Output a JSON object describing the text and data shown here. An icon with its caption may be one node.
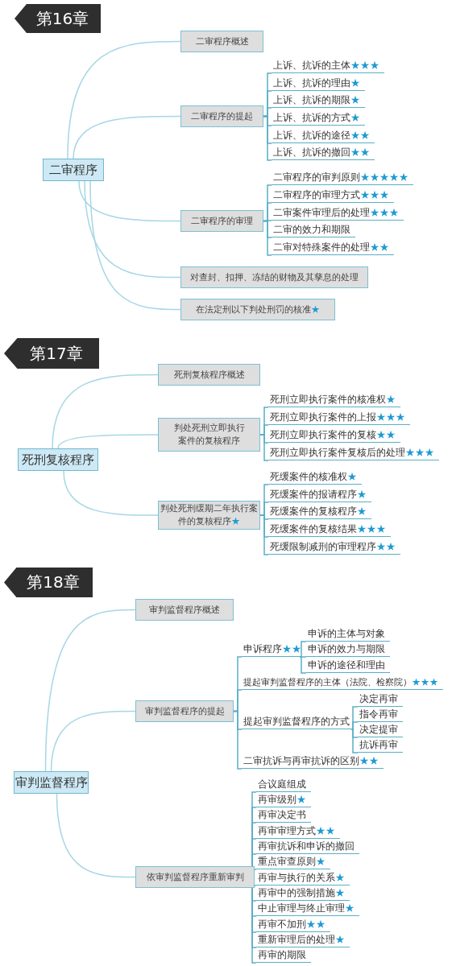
{
  "diagram": {
    "nodes": [
      {
        "text": [
          "第16章"
        ]
      },
      {
        "text": [
          "二审程序"
        ]
      },
      {
        "text": [
          "二审程序概述"
        ]
      },
      {
        "text": [
          "二审程序的提起"
        ]
      },
      {
        "text": [
          "上诉、抗诉的主体★★★"
        ]
      },
      {
        "text": [
          "上诉、抗诉的理由★"
        ]
      },
      {
        "text": [
          "上诉、抗诉的期限★"
        ]
      },
      {
        "text": [
          "上诉、抗诉的方式★"
        ]
      },
      {
        "text": [
          "上诉、抗诉的途径★★"
        ]
      },
      {
        "text": [
          "上诉、抗诉的撤回★★"
        ]
      },
      {
        "text": [
          "二审程序的审理"
        ]
      },
      {
        "text": [
          "二审程序的审判原则★★★★★"
        ]
      },
      {
        "text": [
          "二审程序的审理方式★★★"
        ]
      },
      {
        "text": [
          "二审案件审理后的处理★★★"
        ]
      },
      {
        "text": [
          "二审的效力和期限"
        ]
      },
      {
        "text": [
          "二审对特殊案件的处理★★"
        ]
      },
      {
        "text": [
          "对查封、扣押、冻结的财物及其孳息的处理"
        ]
      },
      {
        "text": [
          "在法定刑以下判处刑罚的核准★"
        ]
      },
      {
        "text": [
          "第17章"
        ]
      },
      {
        "text": [
          "死刑复核程序"
        ]
      },
      {
        "text": [
          "死刑复核程序概述"
        ]
      },
      {
        "text": [
          "判处死刑立即执行案件的复核程序"
        ]
      },
      {
        "text": [
          "死刑立即执行案件的核准权★"
        ]
      },
      {
        "text": [
          "死刑立即执行案件的上报★★★"
        ]
      },
      {
        "text": [
          "死刑立即执行案件的复核★★"
        ]
      },
      {
        "text": [
          "死刑立即执行案件复核后的处理★★★"
        ]
      },
      {
        "text": [
          "判处死刑缓期二年执行案件的复核程序★"
        ]
      },
      {
        "text": [
          "死缓案件的核准权★"
        ]
      },
      {
        "text": [
          "死缓案件的报请程序★"
        ]
      },
      {
        "text": [
          "死缓案件的复核程序★"
        ]
      },
      {
        "text": [
          "死缓案件的复核结果★★★"
        ]
      },
      {
        "text": [
          "死缓限制减刑的审理程序★★"
        ]
      },
      {
        "text": [
          "第18章"
        ]
      },
      {
        "text": [
          "审判监督程序概述"
        ]
      },
      {
        "text": [
          "审判监督程序的提起"
        ]
      },
      {
        "text": [
          "申诉程序★★"
        ]
      },
      {
        "text": [
          "申诉的主体与对象"
        ]
      },
      {
        "text": [
          "申诉的效力与期限"
        ]
      },
      {
        "text": [
          "申诉的途径和理由"
        ]
      },
      {
        "text": [
          "提起审判监督程序的主体（法院、检察院）★★★"
        ]
      },
      {
        "text": [
          "提起审判监督程序的方式"
        ]
      },
      {
        "text": [
          "决定再审"
        ]
      },
      {
        "text": [
          "指令再审"
        ]
      },
      {
        "text": [
          "决定提审"
        ]
      },
      {
        "text": [
          "抗诉再审"
        ]
      },
      {
        "text": [
          "二审抗诉与再审抗诉的区别★★"
        ]
      },
      {
        "text": [
          "审判监督程序"
        ]
      },
      {
        "text": [
          "依审判监督程序重新审判"
        ]
      },
      {
        "text": [
          "合议庭组成"
        ]
      },
      {
        "text": [
          "再审级别★"
        ]
      },
      {
        "text": [
          "再审决定书"
        ]
      },
      {
        "text": [
          "再审审理方式★★"
        ]
      },
      {
        "text": [
          "再审抗诉和申诉的撤回"
        ]
      },
      {
        "text": [
          "重点审查原则★"
        ]
      },
      {
        "text": [
          "再审与执行的关系★"
        ]
      },
      {
        "text": [
          "再审中的强制措施★"
        ]
      },
      {
        "text": [
          "中止审理与终止审理★"
        ]
      },
      {
        "text": [
          "再审不加刑★★"
        ]
      },
      {
        "text": [
          "重新审理后的处理★"
        ]
      },
      {
        "text": [
          "再审的期限"
        ]
      }
    ],
    "edges": [
      {
        "from": 1,
        "to": 2,
        "arrow": "none"
      },
      {
        "from": 1,
        "to": 3,
        "arrow": "none"
      },
      {
        "from": 1,
        "to": 10,
        "arrow": "none"
      },
      {
        "from": 1,
        "to": 16,
        "arrow": "none"
      },
      {
        "from": 1,
        "to": 17,
        "arrow": "none"
      },
      {
        "from": 3,
        "to": 4,
        "arrow": "none"
      },
      {
        "from": 3,
        "to": 5,
        "arrow": "none"
      },
      {
        "from": 3,
        "to": 6,
        "arrow": "none"
      },
      {
        "from": 3,
        "to": 7,
        "arrow": "none"
      },
      {
        "from": 3,
        "to": 8,
        "arrow": "none"
      },
      {
        "from": 3,
        "to": 9,
        "arrow": "none"
      },
      {
        "from": 10,
        "to": 11,
        "arrow": "none"
      },
      {
        "from": 10,
        "to": 12,
        "arrow": "none"
      },
      {
        "from": 10,
        "to": 13,
        "arrow": "none"
      },
      {
        "from": 10,
        "to": 14,
        "arrow": "none"
      },
      {
        "from": 10,
        "to": 15,
        "arrow": "none"
      },
      {
        "from": 19,
        "to": 20,
        "arrow": "none"
      },
      {
        "from": 19,
        "to": 21,
        "arrow": "none"
      },
      {
        "from": 19,
        "to": 26,
        "arrow": "none"
      },
      {
        "from": 21,
        "to": 22,
        "arrow": "none"
      },
      {
        "from": 21,
        "to": 23,
        "arrow": "none"
      },
      {
        "from": 21,
        "to": 24,
        "arrow": "none"
      },
      {
        "from": 21,
        "to": 25,
        "arrow": "none"
      },
      {
        "from": 26,
        "to": 27,
        "arrow": "none"
      },
      {
        "from": 26,
        "to": 28,
        "arrow": "none"
      },
      {
        "from": 26,
        "to": 29,
        "arrow": "none"
      },
      {
        "from": 26,
        "to": 30,
        "arrow": "none"
      },
      {
        "from": 26,
        "to": 31,
        "arrow": "none"
      },
      {
        "from": 46,
        "to": 33,
        "arrow": "none"
      },
      {
        "from": 46,
        "to": 34,
        "arrow": "none"
      },
      {
        "from": 46,
        "to": 47,
        "arrow": "none"
      },
      {
        "from": 34,
        "to": 35,
        "arrow": "none"
      },
      {
        "from": 34,
        "to": 39,
        "arrow": "none"
      },
      {
        "from": 34,
        "to": 40,
        "arrow": "none"
      },
      {
        "from": 34,
        "to": 45,
        "arrow": "none"
      },
      {
        "from": 35,
        "to": 36,
        "arrow": "none"
      },
      {
        "from": 35,
        "to": 37,
        "arrow": "none"
      },
      {
        "from": 35,
        "to": 38,
        "arrow": "none"
      },
      {
        "from": 40,
        "to": 41,
        "arrow": "none"
      },
      {
        "from": 40,
        "to": 42,
        "arrow": "none"
      },
      {
        "from": 40,
        "to": 43,
        "arrow": "none"
      },
      {
        "from": 40,
        "to": 44,
        "arrow": "none"
      },
      {
        "from": 47,
        "to": 48,
        "arrow": "none"
      },
      {
        "from": 47,
        "to": 49,
        "arrow": "none"
      },
      {
        "from": 47,
        "to": 50,
        "arrow": "none"
      },
      {
        "from": 47,
        "to": 51,
        "arrow": "none"
      },
      {
        "from": 47,
        "to": 52,
        "arrow": "none"
      },
      {
        "from": 47,
        "to": 53,
        "arrow": "none"
      },
      {
        "from": 47,
        "to": 54,
        "arrow": "none"
      },
      {
        "from": 47,
        "to": 55,
        "arrow": "none"
      },
      {
        "from": 47,
        "to": 56,
        "arrow": "none"
      },
      {
        "from": 47,
        "to": 57,
        "arrow": "none"
      },
      {
        "from": 47,
        "to": 58,
        "arrow": "none"
      },
      {
        "from": 47,
        "to": 59,
        "arrow": "none"
      }
    ]
  }
}
